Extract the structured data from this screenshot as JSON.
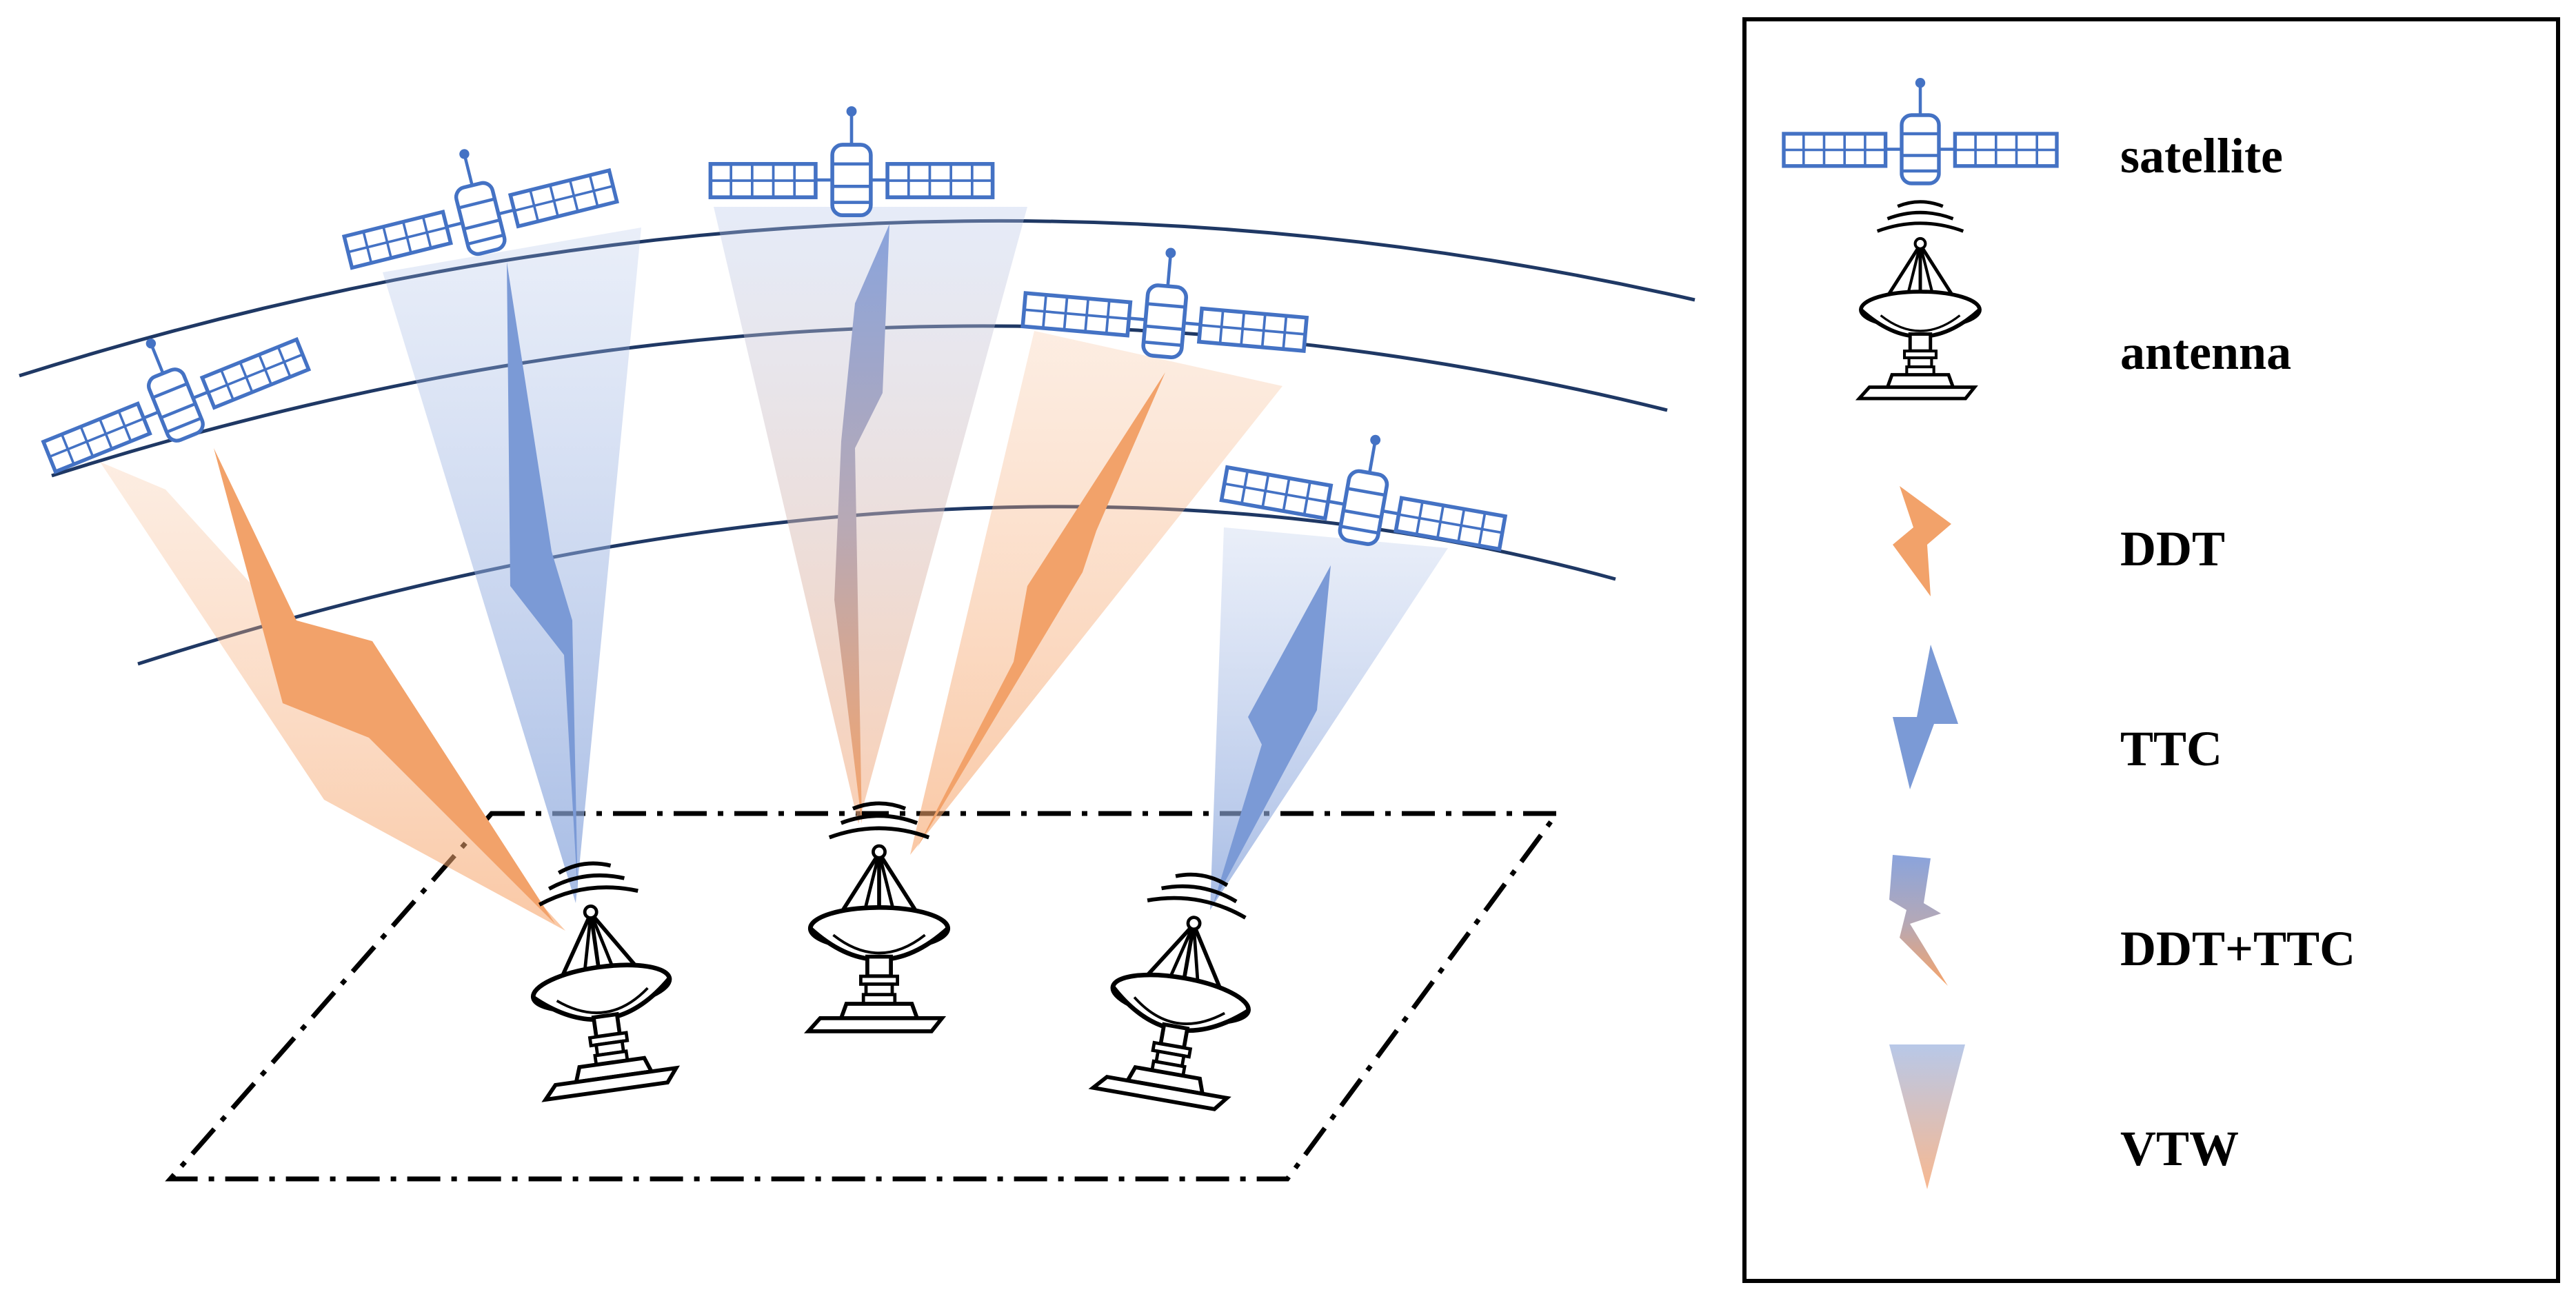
{
  "legend": {
    "items": [
      {
        "key": "satellite",
        "label": "satellite"
      },
      {
        "key": "antenna",
        "label": "antenna"
      },
      {
        "key": "ddt",
        "label": "DDT"
      },
      {
        "key": "ttc",
        "label": "TTC"
      },
      {
        "key": "ddt_ttc",
        "label": "DDT+TTC"
      },
      {
        "key": "vtw",
        "label": "VTW"
      }
    ]
  },
  "colors": {
    "orbit": "#1f3864",
    "satellite": "#4472c4",
    "ddt": "#f4a46c",
    "ttc": "#7a9ad6",
    "vtw_top": "#b8c8e8",
    "vtw_bottom": "#f8c8a8",
    "border": "#000000"
  },
  "icons": [
    "satellite-icon",
    "antenna-icon",
    "ddt-bolt-icon",
    "ttc-bolt-icon",
    "ddt-ttc-bolt-icon",
    "vtw-beam-icon"
  ]
}
